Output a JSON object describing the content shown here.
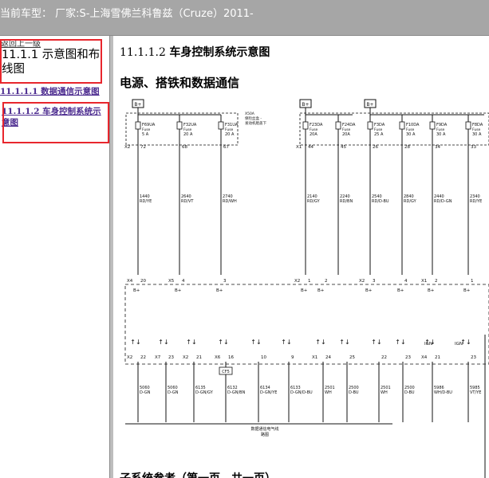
{
  "header": {
    "vehicle_label": "当前车型：",
    "manufacturer_text": "厂家:S-上海雪佛兰科鲁兹（Cruze）2011-"
  },
  "sidebar": {
    "back_link": "返回上一级",
    "section_title": "11.1.1 示意图和布线图",
    "nav_items": [
      {
        "label": "11.1.1.1 数据通信示意图"
      },
      {
        "label": "11.1.1.2 车身控制系统示意图"
      }
    ]
  },
  "content": {
    "page_number": "11.1.1.2",
    "page_title": "车身控制系统示意图",
    "section_heading": "电源、搭铁和数据通信",
    "bottom_heading": "子系统参考（第一页，共一页）"
  },
  "diagram": {
    "bplus": "B+",
    "note_line1": "X50A",
    "note_line2": "保险丝盒 -",
    "note_line3": "发动机舱盖下",
    "fuses_left": [
      {
        "name": "F69UA",
        "rating": "5 A",
        "pin": "72",
        "wire": "1440",
        "color": "RD/YE"
      },
      {
        "name": "F32UA",
        "rating": "20 A",
        "pin": "68",
        "wire": "2640",
        "color": "RD/VT"
      },
      {
        "name": "F31UA",
        "rating": "20 A",
        "pin": "67",
        "wire": "2740",
        "color": "RD/WH"
      }
    ],
    "fuses_right": [
      {
        "name": "F23DA",
        "rating": "20A",
        "pin": "44",
        "wire": "2140",
        "color": "RD/GY"
      },
      {
        "name": "F24DA",
        "rating": "20A",
        "pin": "45",
        "wire": "2240",
        "color": "RD/BN"
      },
      {
        "name": "F3DA",
        "rating": "25 A",
        "pin": "26",
        "wire": "2540",
        "color": "RD/D-BU"
      },
      {
        "name": "F10DA",
        "rating": "30 A",
        "pin": "28",
        "wire": "2840",
        "color": "RD/GY"
      },
      {
        "name": "F9DA",
        "rating": "30 A",
        "pin": "34",
        "wire": "2440",
        "color": "RD/D-GN"
      },
      {
        "name": "F8DA",
        "rating": "30 A",
        "pin": "33",
        "wire": "2340",
        "color": "RD/YE"
      }
    ],
    "connectors_top": [
      "X2",
      "X1"
    ],
    "bcm_pins": [
      {
        "conn": "X4",
        "pin": "20",
        "label": "B+"
      },
      {
        "conn": "X5",
        "pin": "4",
        "label": "B+"
      },
      {
        "conn": "",
        "pin": "3",
        "label": "B+"
      },
      {
        "conn": "X2",
        "pin": "1",
        "label": "B+"
      },
      {
        "conn": "",
        "pin": "2",
        "label": "B+"
      },
      {
        "conn": "X2",
        "pin": "3",
        "label": "B+"
      },
      {
        "conn": "",
        "pin": "4",
        "label": "B+"
      },
      {
        "conn": "X1",
        "pin": "2",
        "label": "B+"
      },
      {
        "conn": "",
        "pin": "1",
        "label": "B+"
      }
    ],
    "lower_pins": [
      {
        "conn": "X2",
        "pin": "22",
        "wire": "5060",
        "color": "D-GN"
      },
      {
        "conn": "X7",
        "pin": "23",
        "wire": "5060",
        "color": "D-GN"
      },
      {
        "conn": "X2",
        "pin": "21",
        "wire": "6135",
        "color": "D-GN/GY"
      },
      {
        "conn": "X6",
        "pin": "16",
        "wire": "6132",
        "color": "D-GN/BN"
      },
      {
        "conn": "",
        "pin": "10",
        "wire": "6134",
        "color": "D-GN/YE"
      },
      {
        "conn": "",
        "pin": "9",
        "wire": "6133",
        "color": "D-GN/D-BU"
      },
      {
        "conn": "X1",
        "pin": "24",
        "wire": "2501",
        "color": "WH"
      },
      {
        "conn": "",
        "pin": "25",
        "wire": "2500",
        "color": "D-BU"
      },
      {
        "conn": "",
        "pin": "22",
        "wire": "2501",
        "color": "WH"
      },
      {
        "conn": "",
        "pin": "23",
        "wire": "2500",
        "color": "D-BU"
      },
      {
        "conn": "X4",
        "pin": "21",
        "wire": "5986",
        "color": "WH/D-BU"
      },
      {
        "conn": "",
        "pin": "23",
        "wire": "5985",
        "color": "VT/YE"
      }
    ],
    "cf5": "CF5",
    "ign": "IGN",
    "bus_label_1": "数据通信电气线",
    "bus_label_2": "路图"
  }
}
